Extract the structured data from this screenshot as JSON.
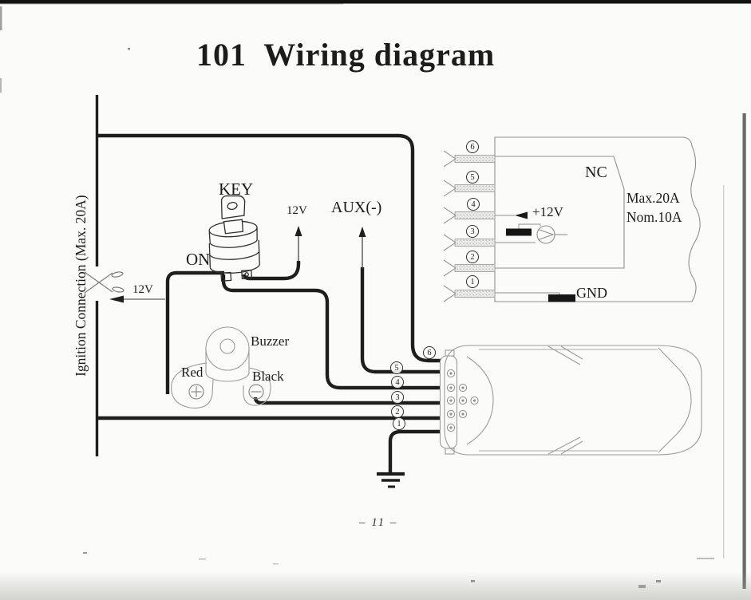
{
  "page": {
    "title": "101  Wiring diagram",
    "page_number": "– 11 –"
  },
  "ignition": {
    "label": "Ignition Connection (Max. 20A)",
    "voltage": "12V"
  },
  "key_switch": {
    "label": "KEY",
    "on": "ON",
    "voltage_12v": "12V",
    "aux": "AUX(-)"
  },
  "buzzer": {
    "label": "Buzzer",
    "red": "Red",
    "black": "Black"
  },
  "control_box": {
    "nc": "NC",
    "plus_12v": "+12V",
    "max_current": "Max.20A",
    "nominal_current": "Nom.10A",
    "gnd": "GND",
    "pins": [
      "6",
      "5",
      "4",
      "3",
      "2",
      "1"
    ]
  },
  "harness": {
    "wires": [
      "6",
      "5",
      "4",
      "3",
      "2",
      "1"
    ]
  }
}
